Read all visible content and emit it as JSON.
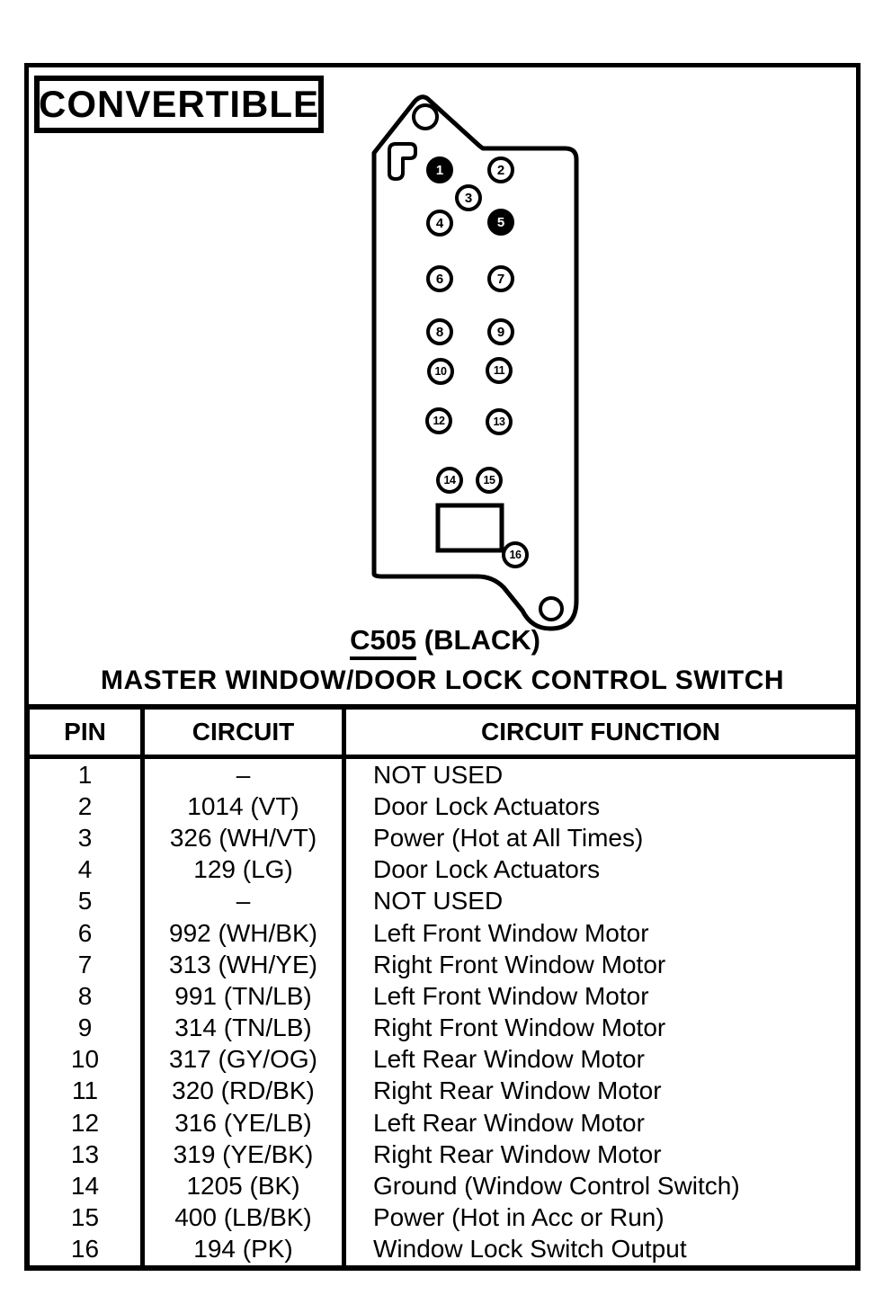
{
  "figure": {
    "variant_label": "CONVERTIBLE",
    "connector": {
      "code": "C505",
      "color": "(BLACK)",
      "title": "MASTER WINDOW/DOOR LOCK CONTROL SWITCH",
      "pins": [
        {
          "num": "1",
          "filled": true
        },
        {
          "num": "2",
          "filled": false
        },
        {
          "num": "3",
          "filled": false
        },
        {
          "num": "4",
          "filled": false
        },
        {
          "num": "5",
          "filled": true
        },
        {
          "num": "6",
          "filled": false
        },
        {
          "num": "7",
          "filled": false
        },
        {
          "num": "8",
          "filled": false
        },
        {
          "num": "9",
          "filled": false
        },
        {
          "num": "10",
          "filled": false
        },
        {
          "num": "11",
          "filled": false
        },
        {
          "num": "12",
          "filled": false
        },
        {
          "num": "13",
          "filled": false
        },
        {
          "num": "14",
          "filled": false
        },
        {
          "num": "15",
          "filled": false
        },
        {
          "num": "16",
          "filled": false
        }
      ]
    },
    "table": {
      "headers": [
        "PIN",
        "CIRCUIT",
        "CIRCUIT FUNCTION"
      ],
      "rows": [
        {
          "pin": "1",
          "circuit": "–",
          "function": "NOT USED"
        },
        {
          "pin": "2",
          "circuit": "1014 (VT)",
          "function": "Door Lock Actuators"
        },
        {
          "pin": "3",
          "circuit": "326 (WH/VT)",
          "function": "Power (Hot at All Times)"
        },
        {
          "pin": "4",
          "circuit": "129 (LG)",
          "function": "Door Lock Actuators"
        },
        {
          "pin": "5",
          "circuit": "–",
          "function": "NOT USED"
        },
        {
          "pin": "6",
          "circuit": "992 (WH/BK)",
          "function": "Left Front Window Motor"
        },
        {
          "pin": "7",
          "circuit": "313 (WH/YE)",
          "function": "Right Front Window Motor"
        },
        {
          "pin": "8",
          "circuit": "991 (TN/LB)",
          "function": "Left Front Window Motor"
        },
        {
          "pin": "9",
          "circuit": "314 (TN/LB)",
          "function": "Right Front Window Motor"
        },
        {
          "pin": "10",
          "circuit": "317 (GY/OG)",
          "function": "Left Rear Window Motor"
        },
        {
          "pin": "11",
          "circuit": "320 (RD/BK)",
          "function": "Right Rear Window Motor"
        },
        {
          "pin": "12",
          "circuit": "316 (YE/LB)",
          "function": "Left Rear Window Motor"
        },
        {
          "pin": "13",
          "circuit": "319 (YE/BK)",
          "function": "Right Rear Window Motor"
        },
        {
          "pin": "14",
          "circuit": "1205 (BK)",
          "function": "Ground (Window Control Switch)"
        },
        {
          "pin": "15",
          "circuit": "400 (LB/BK)",
          "function": "Power (Hot in Acc or Run)"
        },
        {
          "pin": "16",
          "circuit": "194 (PK)",
          "function": "Window Lock Switch Output"
        }
      ]
    }
  }
}
